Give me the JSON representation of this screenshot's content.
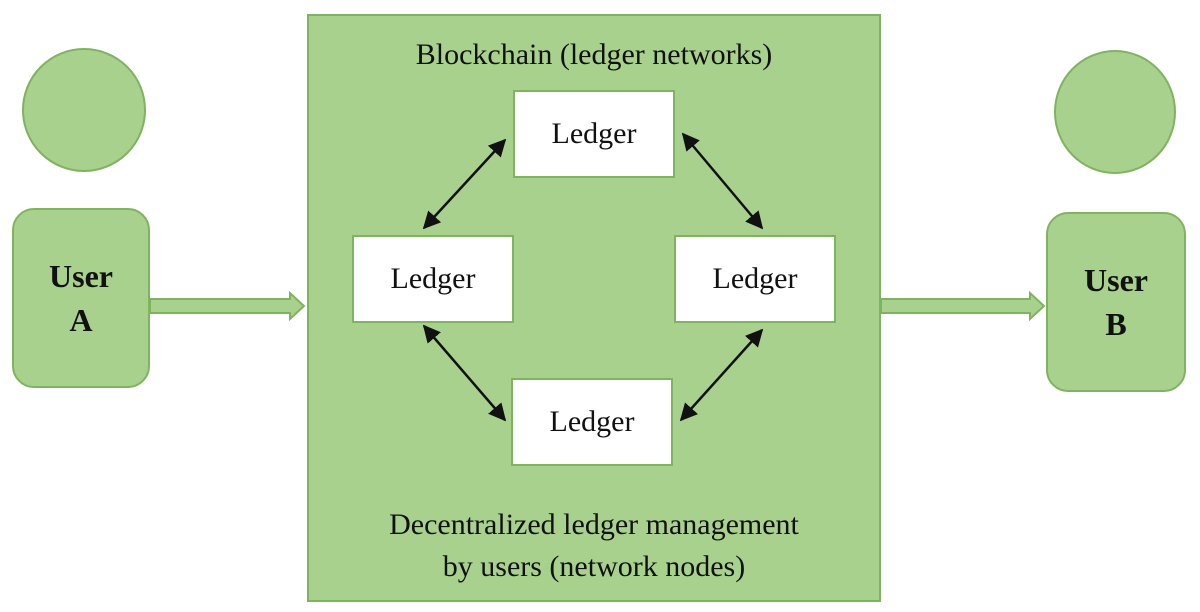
{
  "user_a": {
    "line1": "User",
    "line2": "A"
  },
  "user_b": {
    "line1": "User",
    "line2": "B"
  },
  "network": {
    "title": "Blockchain (ledger networks)",
    "caption_line1": "Decentralized ledger management",
    "caption_line2": "by users (network nodes)"
  },
  "ledgers": [
    "Ledger",
    "Ledger",
    "Ledger",
    "Ledger"
  ],
  "colors": {
    "fill_green": "#a9d18e",
    "border_green": "#7fb35f",
    "arrow": "#111111"
  }
}
